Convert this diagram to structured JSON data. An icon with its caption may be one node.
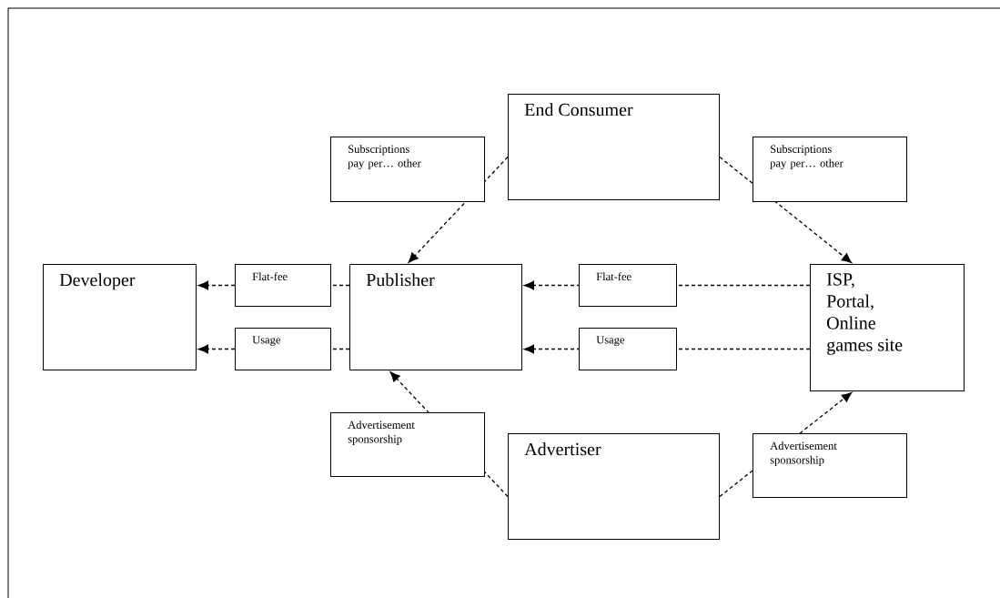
{
  "diagram": {
    "nodes": [
      {
        "text": [
          "End Consumer"
        ]
      },
      {
        "text": [
          "Developer"
        ]
      },
      {
        "text": [
          "Publisher"
        ]
      },
      {
        "text": [
          "ISP, Portal, Online games site"
        ]
      },
      {
        "text": [
          "Advertiser"
        ]
      }
    ],
    "edges": [
      {
        "from": 0,
        "to": 2,
        "arrow": "to",
        "style": "dashed",
        "label": "Subscriptions pay per… other"
      },
      {
        "from": 0,
        "to": 3,
        "arrow": "to",
        "style": "dashed",
        "label": "Subscriptions pay per… other"
      },
      {
        "from": 2,
        "to": 1,
        "arrow": "to",
        "style": "dashed",
        "label": "Flat-fee"
      },
      {
        "from": 2,
        "to": 1,
        "arrow": "to",
        "style": "dashed",
        "label": "Usage"
      },
      {
        "from": 3,
        "to": 2,
        "arrow": "to",
        "style": "dashed",
        "label": "Flat-fee"
      },
      {
        "from": 3,
        "to": 2,
        "arrow": "to",
        "style": "dashed",
        "label": "Usage"
      },
      {
        "from": 4,
        "to": 2,
        "arrow": "to",
        "style": "dashed",
        "label": "Advertisement sponsorship"
      },
      {
        "from": 4,
        "to": 3,
        "arrow": "to",
        "style": "dashed",
        "label": "Advertisement sponsorship"
      }
    ]
  }
}
